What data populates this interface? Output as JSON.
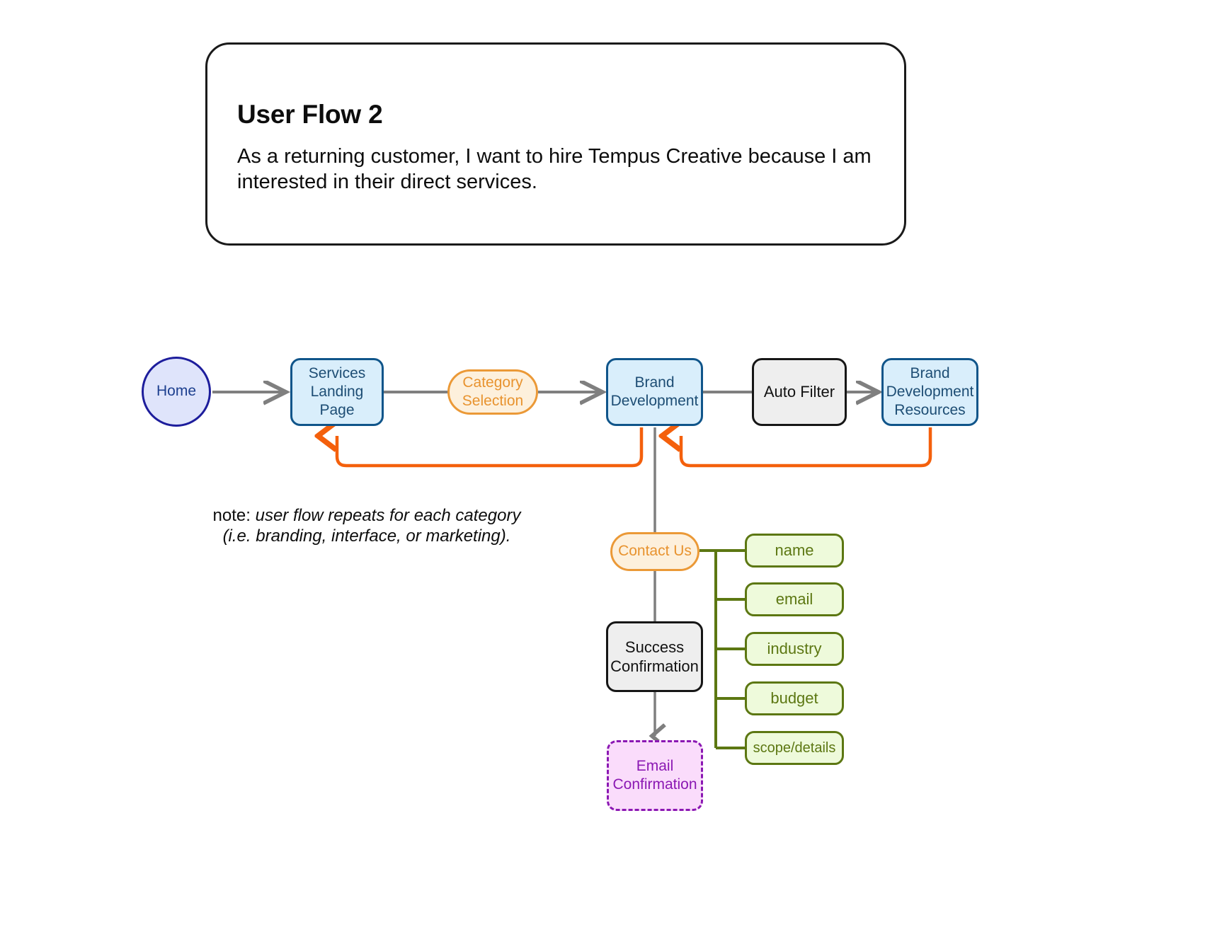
{
  "title_card": {
    "title": "User Flow 2",
    "body": "As a returning customer, I want to hire Tempus Creative because I am interested in their direct services."
  },
  "note": {
    "label": "note: ",
    "text": "user flow repeats for each category (i.e. branding, interface, or marketing)."
  },
  "colors": {
    "home_fill": "#dfe4fb",
    "home_stroke": "#1d1d9c",
    "blue_fill": "#d9eefb",
    "blue_stroke": "#10558a",
    "orange_fill": "#fdf0dc",
    "orange_stroke": "#eb9937",
    "gray_fill": "#eeeeee",
    "gray_stroke": "#161616",
    "purple_fill": "#fadcfb",
    "purple_stroke": "#8b18b3",
    "green_fill": "#eefadb",
    "green_stroke": "#5c7712",
    "edge_gray": "#7f7f7f",
    "edge_orange": "#f4600c"
  },
  "nodes": {
    "home": "Home",
    "services_landing_page": "Services\nLanding Page",
    "category_selection": "Category\nSelection",
    "brand_development": "Brand\nDevelopment",
    "auto_filter": "Auto Filter",
    "brand_development_resources": "Brand\nDevelopment\nResources",
    "contact_us": "Contact Us",
    "success_confirmation": "Success\nConfirmation",
    "email_confirmation": "Email\nConfirmation"
  },
  "form_fields": [
    {
      "label": "name"
    },
    {
      "label": "email"
    },
    {
      "label": "industry"
    },
    {
      "label": "budget"
    },
    {
      "label": "scope/details"
    }
  ],
  "edges": [
    {
      "from": "home",
      "to": "services_landing_page",
      "style": "solid-gray-arrow"
    },
    {
      "from": "services_landing_page",
      "to": "category_selection",
      "style": "solid-gray"
    },
    {
      "from": "category_selection",
      "to": "brand_development",
      "style": "solid-gray-arrow"
    },
    {
      "from": "brand_development",
      "to": "auto_filter",
      "style": "solid-gray"
    },
    {
      "from": "auto_filter",
      "to": "brand_development_resources",
      "style": "solid-gray-arrow"
    },
    {
      "from": "brand_development",
      "to": "services_landing_page",
      "style": "orange-loop-back"
    },
    {
      "from": "brand_development_resources",
      "to": "brand_development",
      "style": "orange-loop-back"
    },
    {
      "from": "brand_development",
      "to": "contact_us",
      "style": "solid-gray"
    },
    {
      "from": "contact_us",
      "to": "success_confirmation",
      "style": "solid-gray"
    },
    {
      "from": "success_confirmation",
      "to": "email_confirmation",
      "style": "solid-gray-arrow"
    },
    {
      "from": "contact_us",
      "to": "name",
      "style": "green-branch"
    },
    {
      "from": "contact_us",
      "to": "email",
      "style": "green-branch"
    },
    {
      "from": "contact_us",
      "to": "industry",
      "style": "green-branch"
    },
    {
      "from": "contact_us",
      "to": "budget",
      "style": "green-branch"
    },
    {
      "from": "contact_us",
      "to": "scope/details",
      "style": "green-branch"
    }
  ]
}
